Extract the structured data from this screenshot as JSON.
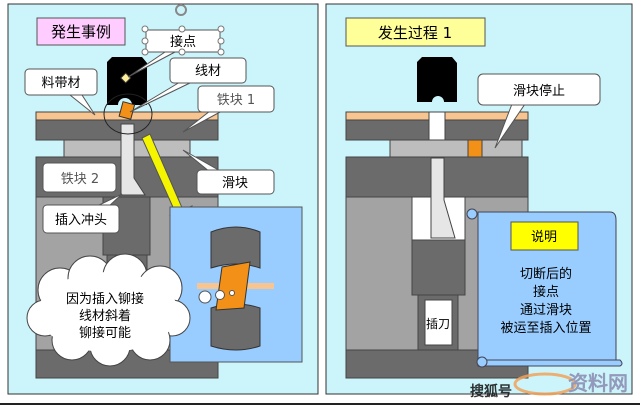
{
  "left_panel": {
    "title": "発生事例",
    "labels": {
      "contact": "接点",
      "wire": "线材",
      "strip": "料带材",
      "block1": "铁块 1",
      "slider": "滑块",
      "block2": "铁块 2",
      "punch": "插入冲头"
    },
    "thought_bubble": [
      "因为插入铆接",
      "线材斜着",
      "铆接可能"
    ]
  },
  "right_panel": {
    "title": "发生过程 1",
    "callout": "滑块停止",
    "blade_label": "插刀",
    "note": {
      "title": "说明",
      "lines": [
        "切断后的",
        "接点",
        "通过滑块",
        "被运至插入位置"
      ]
    }
  },
  "watermark": {
    "left": "搜狐号",
    "right": "资料网"
  },
  "colors": {
    "panel_bg": "#ccf5fb",
    "title1_bg": "#ffccff",
    "title2_bg": "#ffff99",
    "strip": "#f8c490",
    "dark_block": "#6b6b6b",
    "light_block": "#bdbdbd",
    "mid_block": "#a3a3a3",
    "inset_blue": "#99ccff",
    "wire_orange": "#f39018",
    "arrow_yellow": "#f5f500"
  }
}
